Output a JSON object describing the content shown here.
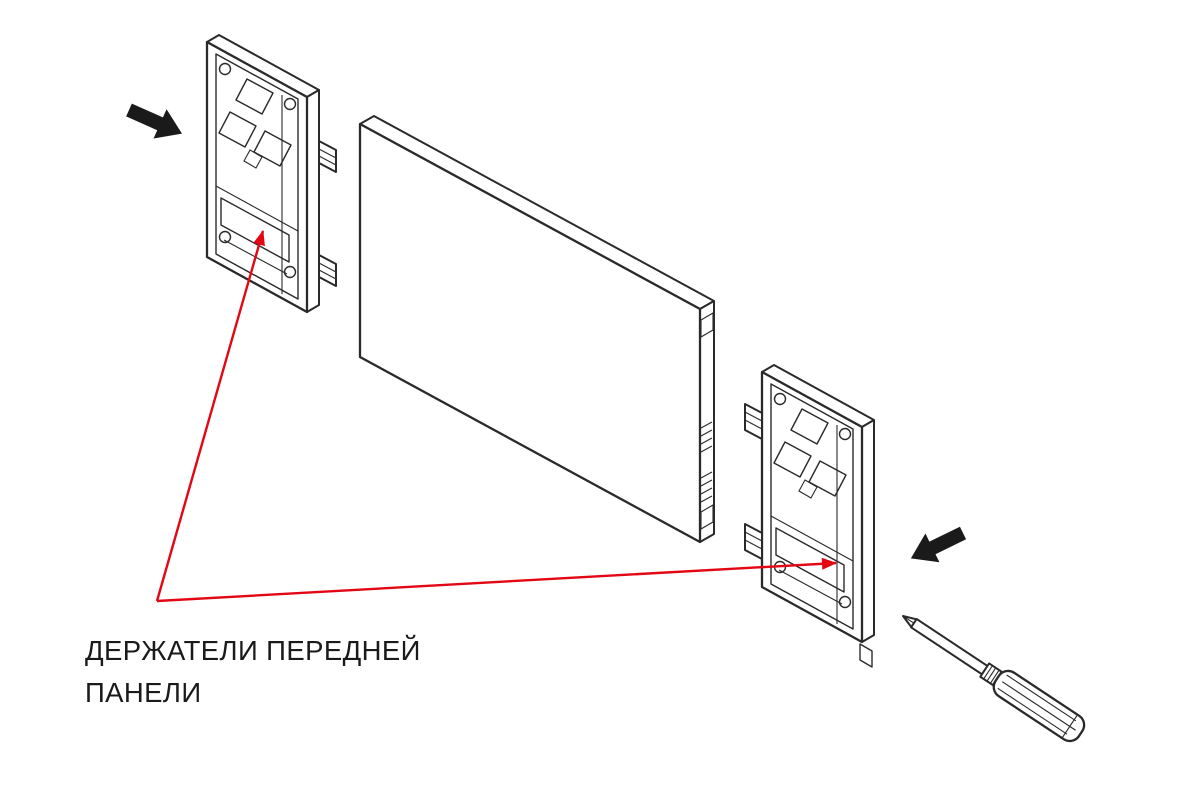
{
  "colors": {
    "background": "#ffffff",
    "line": "#2a2a2a",
    "accent_red": "#e30613",
    "text": "#1a1a1a"
  },
  "callout": {
    "label_line1": "ДЕРЖАТЕЛИ ПЕРЕДНЕЙ",
    "label_line2": "ПАНЕЛИ"
  },
  "parts": {
    "left_holder": "front-panel-holder-left",
    "front_panel": "drawer-front-panel",
    "right_holder": "front-panel-holder-right",
    "tool": "phillips-screwdriver"
  },
  "icons": {
    "insertion_arrow_left": "solid-black-arrow-pointing-right-down",
    "insertion_arrow_right": "solid-black-arrow-pointing-left-down",
    "callout_arrowhead": "red-filled-triangle"
  }
}
